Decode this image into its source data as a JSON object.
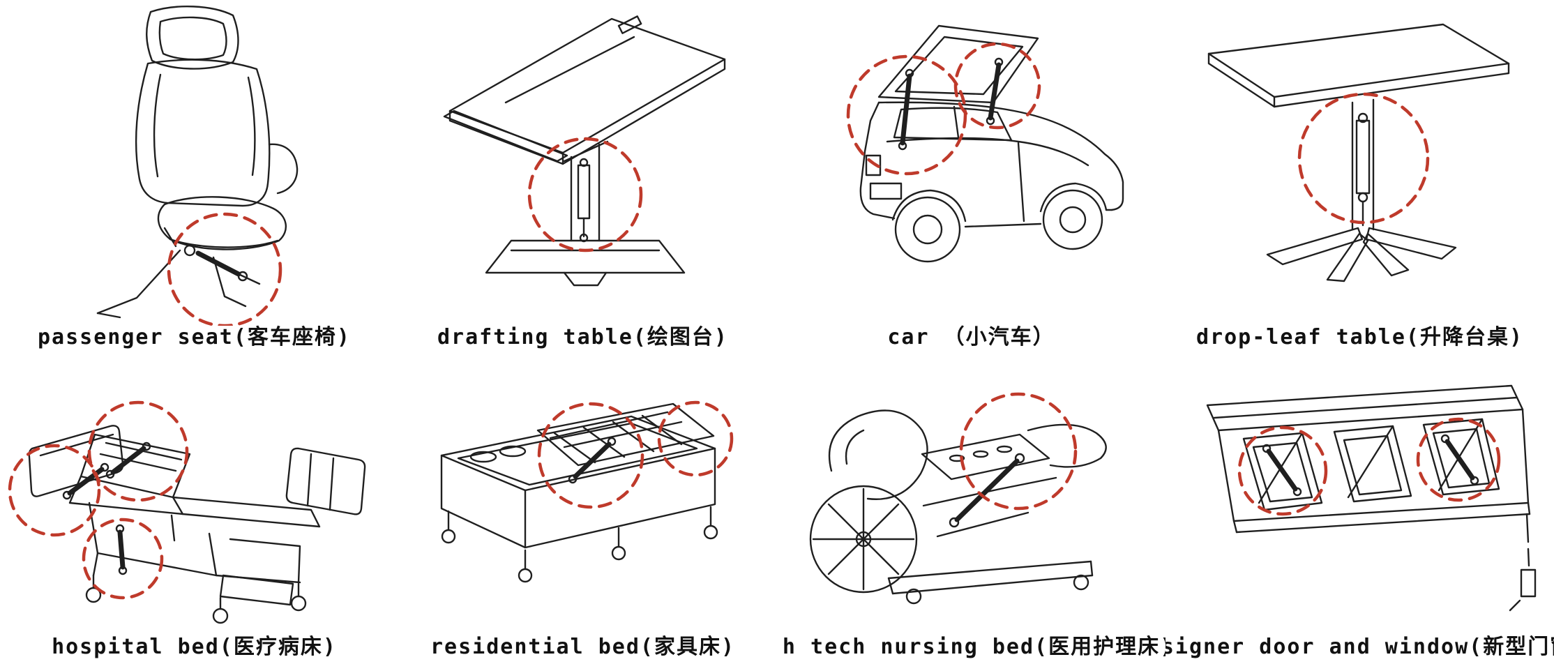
{
  "style": {
    "highlight_color": "#bf3a2b",
    "line_color": "#1f1f1f",
    "caption_color": "#111111",
    "background": "#ffffff"
  },
  "figure": {
    "description": "eight line drawings of gas-spring applications, each with red dashed circles marking the gas spring locations",
    "items": [
      {
        "id": "passenger-seat",
        "caption": "passenger seat(客车座椅)"
      },
      {
        "id": "drafting-table",
        "caption": "drafting table(绘图台)"
      },
      {
        "id": "car",
        "caption": "car （小汽车）"
      },
      {
        "id": "drop-leaf-table",
        "caption": "drop-leaf table(升降台桌)"
      },
      {
        "id": "hospital-bed",
        "caption": "hospital bed(医疗病床)"
      },
      {
        "id": "residential-bed",
        "caption": "residential bed(家具床)"
      },
      {
        "id": "nursing-bed",
        "caption": ";h tech nursing bed(医用护理床)"
      },
      {
        "id": "designer-door-window",
        "caption": "designer door and window(新型门窗)"
      }
    ]
  }
}
